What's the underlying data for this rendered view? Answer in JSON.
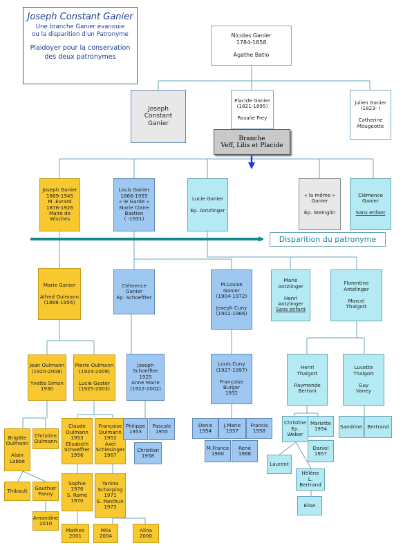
{
  "title": {
    "main": "Joseph Constant Ganier",
    "sub1": "Une branche Ganier évanouie",
    "sub2": "ou la disparition d'un Patronyme",
    "plead1": "Plaidoyer pour la conservation",
    "plead2": "des deux patronymes"
  },
  "banner": {
    "line1": "Branche",
    "line2": "Veff, Lilis et Placide"
  },
  "disparition": "Disparition du patronyme",
  "colors": {
    "gold": "#f7c82f",
    "light_blue": "#b4eaf3",
    "mid_blue": "#9ec8f2",
    "gray": "#e8e8e8",
    "arrow": "#138a8a",
    "blue_arrow": "#1d3bd6"
  },
  "nodes": {
    "nicolas": "Nicolas Ganier\n1784-1858\n\nAgathe Batlo",
    "joseph": "Joseph\nConstant\nGanier",
    "placide": "Placide Ganier\n(1821-1895)\n\nRosalie Frey",
    "julien": "Julien Ganier\n(1823-    )\n\nCatherine\nMougeotte",
    "joseph_g": "Joseph Ganier\n1869-1945\nM. Evrard\n1876-1926\nMaire de\nWisches",
    "louis": "Louis Ganier\n1866-1955\n« le Garde »\nMarie Claire\nBastien\n(     -1931)",
    "lucie": "Lucie Ganier\n\nÉp. Antzlinger",
    "lamome": "« la môme »\nGanier\n\nÉp. Steinglin",
    "clemence_top_name": "Clémence\nGanier",
    "clemence_top_note": "Sans enfant",
    "marie_g": "Marie Ganier\n\nAlfred Oulmann\n(1888-1956)",
    "clemence2": "Clémence\nGanier\nÉp. Schoeffter",
    "mlouise": "M.Louise\nGanier\n(1904-1972)\n\nJoseph Cuny\n(1902-1966)",
    "marie_a_name": "Marie\nAntzlinger\n\nHenri\nAntzlinger",
    "marie_a_note": "Sans enfant",
    "florentine": "Florentine\nAntzlinger\n\nMarcel\nThalgott",
    "jean": "Jean Oulmann\n(1920-2008)\n\nYvette Simon\n1930",
    "pierre": "Pierre Oulmann\n(1924-2009)\n\nLucie Gester\n(1925-2003)",
    "joseph_s": "Joseph\nSchoeffter\n1925\nAnne Marie\n(1922-2002)",
    "louis_c": "Louis Cuny\n(1927-1997)\n\nFrançoise\nBurger\n1932",
    "henri_t": "Henri\nThalgott\n\nRaymonde\nBertoni",
    "lucette": "Lucette\nThalgott\n\nGuy\nVaney",
    "brigitte": "Brigitte\nOulmann\n\nAlain\nLabbé",
    "christine_o": "Christine\nOulmann",
    "claude": "Claude\nOulmann\n1953\nElisabeth\nSchoeffter\n1956",
    "francoise_o": "Françoise\nOulmann\n1952\nAxel\nSchlesinger\n1967",
    "philippe": "Philippe\n1953",
    "pascale": "Pascale\n1955",
    "christian": "Christian\n1958",
    "denis": "Denis\n1954",
    "jmarie": "J.Marie\n1957",
    "francis": "Francis\n1958",
    "mfrance": "M.France\n1960",
    "rene": "René\n1968",
    "christine_w": "Christine\nÉp.\nWeber",
    "mariette": "Mariette\n1954",
    "daniel": "Daniel\n1957",
    "sandrine": "Sandrine",
    "bertrand": "Bertrand",
    "laurent": "Laurent",
    "helene": "Hélène\nL. Bertrand",
    "elise": "Elise",
    "thibault": "Thibault",
    "gauthier": "Gauthier\nFanny",
    "amandine": "Amandine\n2010",
    "sophie": "Sophie\n1976\nS. Romé\n1970",
    "yanina": "Yanina\nScharping\n1971\nE. Panthun\n1973",
    "matheo": "Matheo\n2001",
    "mila": "Mila\n2004",
    "alina": "Alina\n2000"
  }
}
